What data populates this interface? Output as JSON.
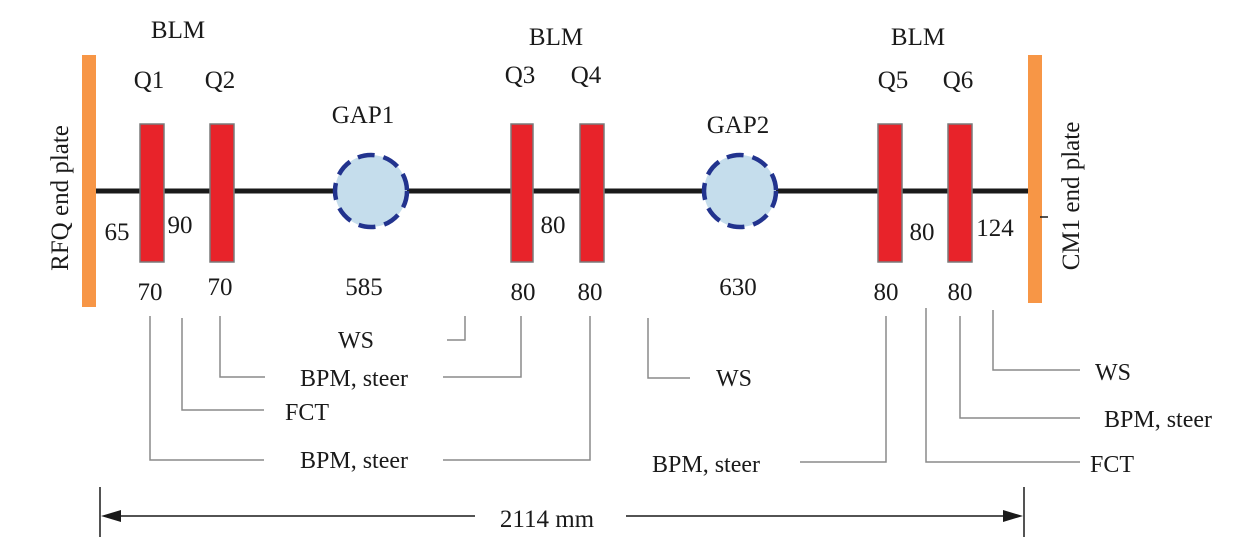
{
  "diagram": {
    "end_plates": {
      "left": "RFQ end plate",
      "right": "CM1 end plate"
    },
    "blm_labels": [
      "BLM",
      "BLM",
      "BLM"
    ],
    "quads": [
      "Q1",
      "Q2",
      "Q3",
      "Q4",
      "Q5",
      "Q6"
    ],
    "gaps": [
      "GAP1",
      "GAP2"
    ],
    "spacings": [
      "65",
      "90",
      "80",
      "80",
      "124"
    ],
    "lengths": [
      "70",
      "70",
      "585",
      "80",
      "80",
      "630",
      "80",
      "80"
    ],
    "devices": {
      "ws_1": "WS",
      "bpm_steer_q2": "BPM, steer",
      "fct_left": "FCT",
      "bpm_steer_q1": "BPM, steer",
      "ws_2": "WS",
      "bpm_steer_q5": "BPM, steer",
      "ws_3": "WS",
      "bpm_steer_q6": "BPM, steer",
      "fct_right": "FCT"
    },
    "total_length": "2114 mm"
  },
  "colors": {
    "end_plate": "#F79646",
    "quad": "#E8232A",
    "gap_fill": "#C5DDEC",
    "gap_stroke": "#22338E",
    "beamline": "#1a1a1a",
    "leader": "#8a8a8a"
  }
}
